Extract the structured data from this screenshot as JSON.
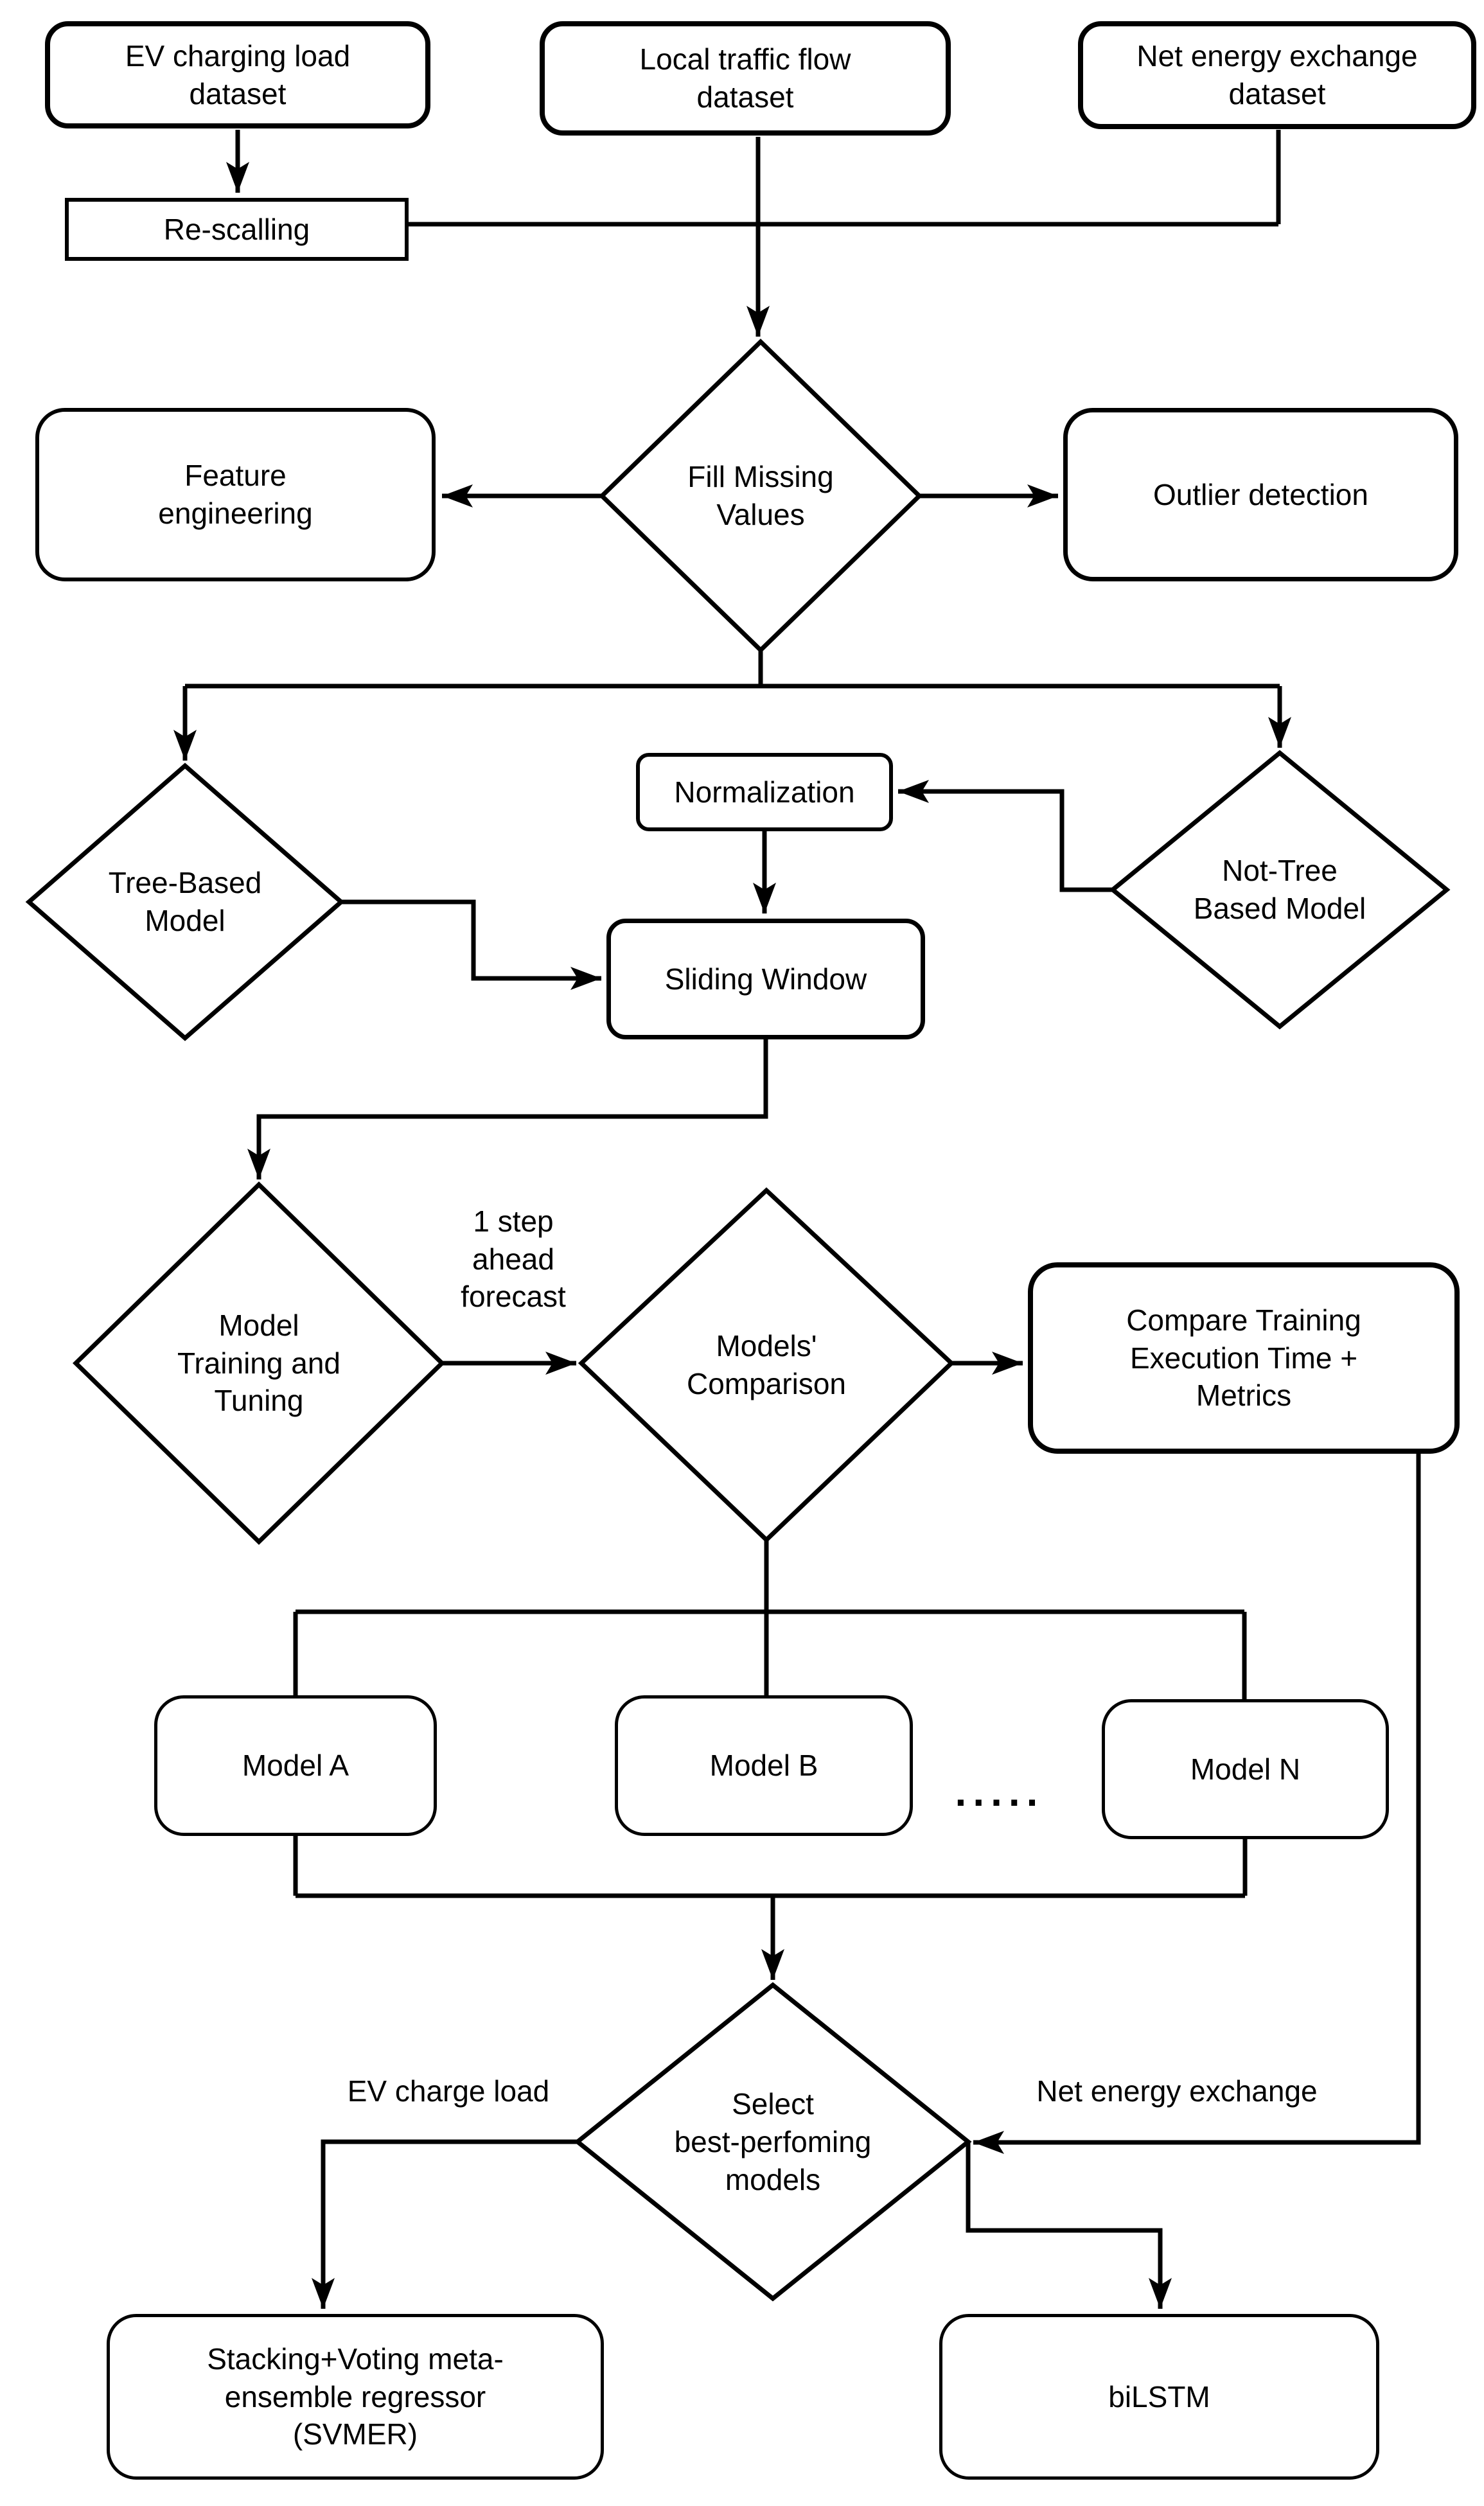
{
  "diagram": {
    "type": "flowchart",
    "colors": {
      "line": "#000000",
      "background": "#ffffff",
      "text": "#000000"
    },
    "nodes": {
      "ev_dataset": "EV charging load\ndataset",
      "traffic_dataset": "Local traffic flow\ndataset",
      "net_dataset": "Net energy exchange\ndataset",
      "rescaling": "Re-scalling",
      "fill_missing": "Fill Missing\nValues",
      "feature_engineering": "Feature\nengineering",
      "outlier_detection": "Outlier detection",
      "tree_model": "Tree-Based\nModel",
      "normalization": "Normalization",
      "not_tree_model": "Not-Tree\nBased Model",
      "sliding_window": "Sliding Window",
      "model_training": "Model\nTraining and\nTuning",
      "models_comparison": "Models'\nComparison",
      "compare_metrics": "Compare Training\nExecution Time +\nMetrics",
      "model_a": "Model A",
      "model_b": "Model B",
      "model_n": "Model N",
      "ellipsis": ".....",
      "select_models": "Select\nbest-perfoming\nmodels",
      "svmer": "Stacking+Voting meta-\nensemble regressor\n(SVMER)",
      "bilstm": "biLSTM"
    },
    "edge_labels": {
      "step_ahead": "1 step\nahead\nforecast",
      "ev_charge_load": "EV charge load",
      "net_energy_exchange": "Net energy exchange"
    }
  }
}
